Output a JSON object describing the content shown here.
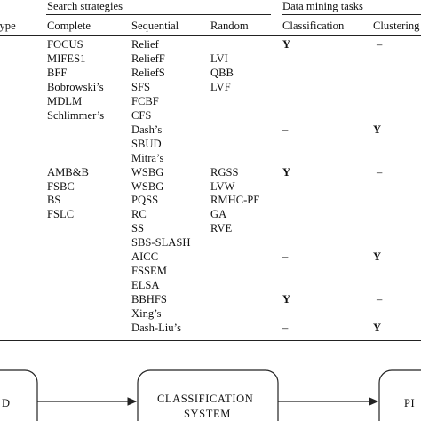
{
  "table": {
    "header_groups": {
      "search_strategies": "Search strategies",
      "data_mining_tasks": "Data mining tasks"
    },
    "columns": {
      "type": "type",
      "complete": "Complete",
      "sequential": "Sequential",
      "random": "Random",
      "classification": "Classification",
      "clustering": "Clustering"
    },
    "rows": [
      {
        "complete": "FOCUS",
        "sequential": "Relief",
        "random": "",
        "cls": "Y",
        "clu": "–"
      },
      {
        "complete": "MIFES1",
        "sequential": "ReliefF",
        "random": "LVI",
        "cls": "",
        "clu": ""
      },
      {
        "complete": "BFF",
        "sequential": "ReliefS",
        "random": "QBB",
        "cls": "",
        "clu": ""
      },
      {
        "complete": "Bobrowski’s",
        "sequential": "SFS",
        "random": "LVF",
        "cls": "",
        "clu": ""
      },
      {
        "complete": "MDLM",
        "sequential": "FCBF",
        "random": "",
        "cls": "",
        "clu": ""
      },
      {
        "complete": "Schlimmer’s",
        "sequential": "CFS",
        "random": "",
        "cls": "",
        "clu": ""
      },
      {
        "complete": "",
        "sequential": "Dash’s",
        "random": "",
        "cls": "–",
        "clu": "Y"
      },
      {
        "complete": "",
        "sequential": "SBUD",
        "random": "",
        "cls": "",
        "clu": ""
      },
      {
        "complete": "",
        "sequential": "Mitra’s",
        "random": "",
        "cls": "",
        "clu": ""
      },
      {
        "complete": "AMB&B",
        "sequential": "WSBG",
        "random": "RGSS",
        "cls": "Y",
        "clu": "–"
      },
      {
        "complete": "FSBC",
        "sequential": "WSBG",
        "random": "LVW",
        "cls": "",
        "clu": ""
      },
      {
        "complete": "BS",
        "sequential": "PQSS",
        "random": "RMHC-PF",
        "cls": "",
        "clu": ""
      },
      {
        "complete": "FSLC",
        "sequential": "RC",
        "random": "GA",
        "cls": "",
        "clu": ""
      },
      {
        "complete": "",
        "sequential": "SS",
        "random": "RVE",
        "cls": "",
        "clu": ""
      },
      {
        "complete": "",
        "sequential": "SBS-SLASH",
        "random": "",
        "cls": "",
        "clu": ""
      },
      {
        "complete": "",
        "sequential": "AICC",
        "random": "",
        "cls": "–",
        "clu": "Y"
      },
      {
        "complete": "",
        "sequential": "FSSEM",
        "random": "",
        "cls": "",
        "clu": ""
      },
      {
        "complete": "",
        "sequential": "ELSA",
        "random": "",
        "cls": "",
        "clu": ""
      },
      {
        "complete": "",
        "sequential": "BBHFS",
        "random": "",
        "cls": "Y",
        "clu": "–"
      },
      {
        "complete": "",
        "sequential": "Xing’s",
        "random": "",
        "cls": "",
        "clu": ""
      },
      {
        "complete": "",
        "sequential": "Dash-Liu’s",
        "random": "",
        "cls": "–",
        "clu": "Y"
      }
    ]
  },
  "diagram": {
    "left_box_label": "D",
    "center_box_label_line1": "CLASSIFICATION",
    "center_box_label_line2": "SYSTEM",
    "right_box_label": "PI"
  }
}
